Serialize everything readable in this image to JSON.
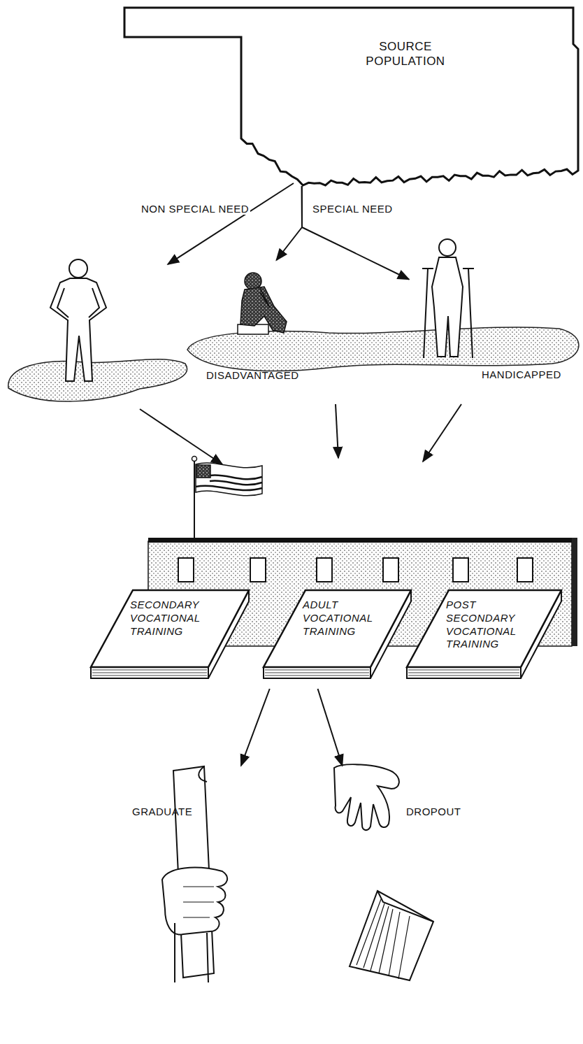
{
  "diagram": {
    "nodes": [
      {
        "text": [
          "SOURCE POPULATION"
        ]
      },
      {
        "text": [
          "DISADVANTAGED"
        ]
      },
      {
        "text": [
          "HANDICAPPED"
        ]
      },
      {
        "text": [
          "SECONDARY VOCATIONAL TRAINING"
        ]
      },
      {
        "text": [
          "ADULT VOCATIONAL TRAINING"
        ]
      },
      {
        "text": [
          "POST SECONDARY VOCATIONAL TRAINING"
        ]
      },
      {
        "text": [
          "GRADUATE"
        ]
      },
      {
        "text": [
          "DROPOUT"
        ]
      }
    ],
    "edges": [
      {
        "from": 0,
        "to": 1,
        "label": "SPECIAL NEED",
        "arrow": "to"
      },
      {
        "from": 0,
        "to": 2,
        "arrow": "to"
      },
      {
        "from": 4,
        "to": 6,
        "arrow": "to"
      },
      {
        "from": 4,
        "to": 7,
        "arrow": "to"
      }
    ],
    "labels": [
      "NON SPECIAL NEED"
    ]
  }
}
